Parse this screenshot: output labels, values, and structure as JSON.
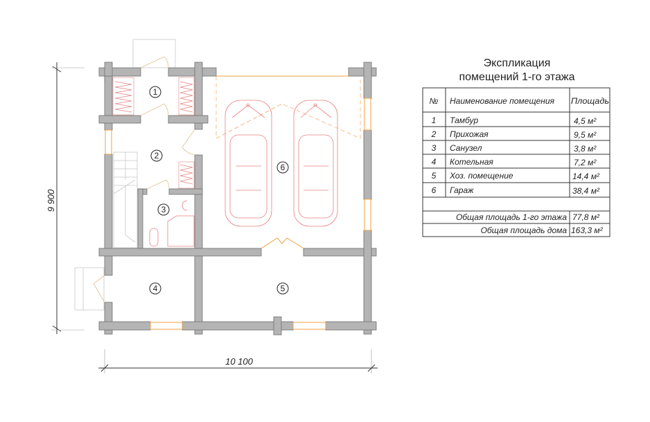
{
  "plan": {
    "rooms": [
      {
        "num": "1"
      },
      {
        "num": "2"
      },
      {
        "num": "3"
      },
      {
        "num": "4"
      },
      {
        "num": "5"
      },
      {
        "num": "6"
      }
    ],
    "dimensions": {
      "height": "9 900",
      "width": "10 100"
    }
  },
  "explication": {
    "title_line1": "Экспликация",
    "title_line2": "помещений 1-го этажа",
    "headers": {
      "num": "№",
      "name": "Наименование помещения",
      "area": "Площадь"
    },
    "rows": [
      {
        "num": "1",
        "name": "Тамбур",
        "area": "4,5 м²"
      },
      {
        "num": "2",
        "name": "Прихожая",
        "area": "9,5 м²"
      },
      {
        "num": "3",
        "name": "Санузел",
        "area": "3,8 м²"
      },
      {
        "num": "4",
        "name": "Котельная",
        "area": "7,2 м²"
      },
      {
        "num": "5",
        "name": "Хоз. помещение",
        "area": "14,4 м²"
      },
      {
        "num": "6",
        "name": "Гараж",
        "area": "38,4 м²"
      }
    ],
    "total_floor_label": "Общая площадь 1-го этажа",
    "total_floor_value": "77,8 м²",
    "total_house_label": "Общая площадь дома",
    "total_house_value": "163,3 м²"
  }
}
